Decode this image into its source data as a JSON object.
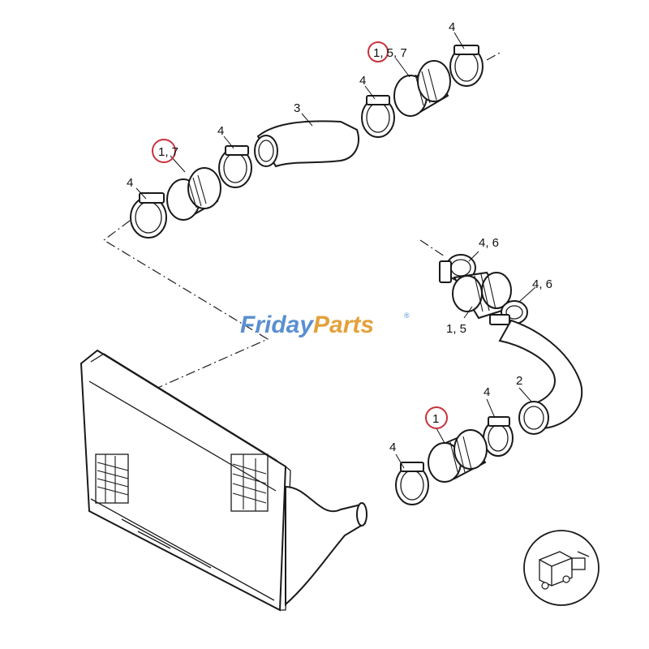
{
  "callouts": {
    "top_right": "1, 5, 7",
    "top_right_clamp": "4",
    "top_mid_clamp": "4",
    "hose_3": "3",
    "left_upper": "1, 7",
    "left_clamp_a": "4",
    "left_clamp_b": "4",
    "right_clamp_top": "4, 6",
    "right_clamp_mid": "4, 6",
    "right_coupler": "1, 5",
    "hose_2": "2",
    "lower_clamp_r": "4",
    "lower_coupler": "1",
    "lower_clamp_l": "4"
  },
  "highlight_color": "#c8323c",
  "watermark": {
    "brand_a": "Friday",
    "brand_b": "Parts",
    "mark": "®",
    "color_a": "#5a8fd0",
    "color_b": "#e3a13a"
  },
  "icons": [
    "truck-locator-icon"
  ]
}
